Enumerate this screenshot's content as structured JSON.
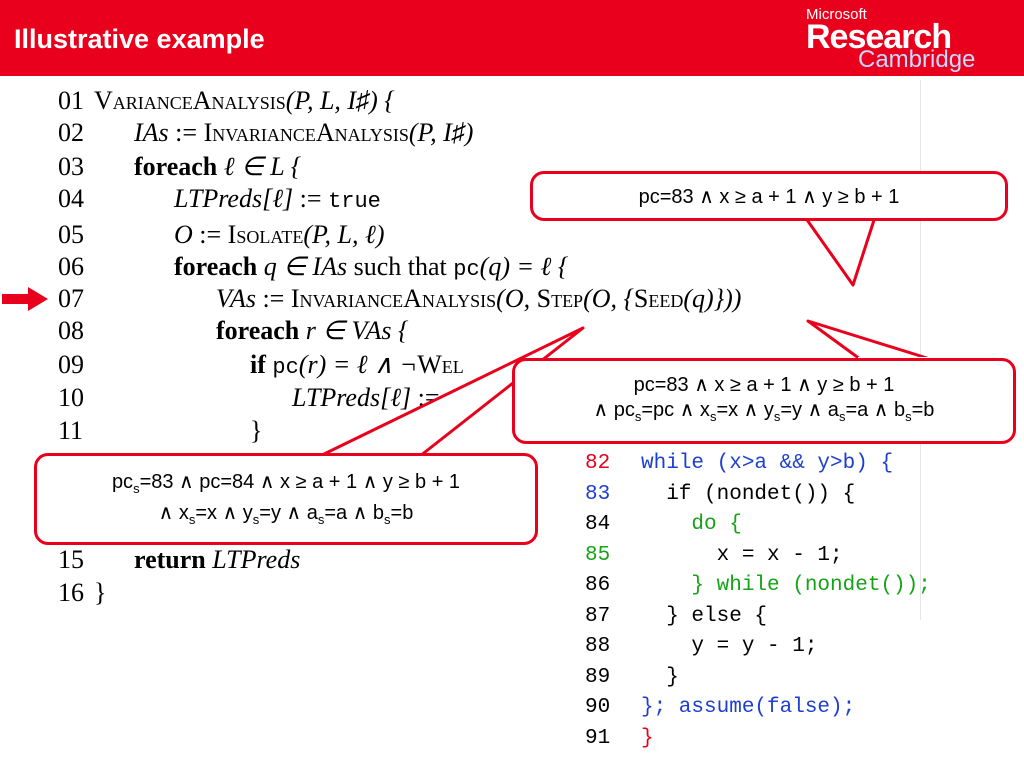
{
  "header": {
    "title": "Illustrative example",
    "logo": {
      "line1": "Microsoft",
      "line2": "Research",
      "line3": "Cambridge"
    }
  },
  "algorithm": [
    {
      "n": "01",
      "parts": [
        {
          "t": "VarianceAnalysis",
          "c": "sc"
        },
        {
          "t": "(P, L, I♯) {",
          "c": "it"
        }
      ]
    },
    {
      "n": "02",
      "parts": [
        {
          "t": "IAs",
          "c": "it"
        },
        {
          "t": " := ",
          "c": ""
        },
        {
          "t": "InvarianceAnalysis",
          "c": "sc"
        },
        {
          "t": "(P, I♯)",
          "c": "it"
        }
      ]
    },
    {
      "n": "03",
      "parts": [
        {
          "t": "foreach",
          "c": "kw"
        },
        {
          "t": " ℓ ∈ L {",
          "c": "it"
        }
      ]
    },
    {
      "n": "04",
      "parts": [
        {
          "t": "LTPreds[ℓ]",
          "c": "it"
        },
        {
          "t": " := ",
          "c": ""
        },
        {
          "t": "true",
          "c": "tt"
        }
      ]
    },
    {
      "n": "05",
      "parts": [
        {
          "t": "O",
          "c": "it"
        },
        {
          "t": " := ",
          "c": ""
        },
        {
          "t": "Isolate",
          "c": "sc"
        },
        {
          "t": "(P, L, ℓ)",
          "c": "it"
        }
      ]
    },
    {
      "n": "06",
      "parts": [
        {
          "t": "foreach",
          "c": "kw"
        },
        {
          "t": " q ∈ IAs ",
          "c": "it"
        },
        {
          "t": "such that ",
          "c": ""
        },
        {
          "t": "pc",
          "c": "tt"
        },
        {
          "t": "(q) = ℓ {",
          "c": "it"
        }
      ]
    },
    {
      "n": "07",
      "parts": [
        {
          "t": "VAs",
          "c": "it"
        },
        {
          "t": " := ",
          "c": ""
        },
        {
          "t": "InvarianceAnalysis",
          "c": "sc"
        },
        {
          "t": "(O, ",
          "c": "it"
        },
        {
          "t": "Step",
          "c": "sc"
        },
        {
          "t": "(O, {",
          "c": "it"
        },
        {
          "t": "Seed",
          "c": "sc"
        },
        {
          "t": "(q)}))",
          "c": "it"
        }
      ]
    },
    {
      "n": "08",
      "parts": [
        {
          "t": "foreach",
          "c": "kw"
        },
        {
          "t": " r ∈ VAs {",
          "c": "it"
        }
      ]
    },
    {
      "n": "09",
      "parts": [
        {
          "t": "if",
          "c": "kw"
        },
        {
          "t": " ",
          "c": ""
        },
        {
          "t": "pc",
          "c": "tt"
        },
        {
          "t": "(r) = ℓ ∧ ¬",
          "c": "it"
        },
        {
          "t": "Wel",
          "c": "sc"
        }
      ]
    },
    {
      "n": "10",
      "parts": [
        {
          "t": "LTPreds[ℓ]",
          "c": "it"
        },
        {
          "t": " :=",
          "c": ""
        }
      ]
    },
    {
      "n": "11",
      "parts": [
        {
          "t": "}",
          "c": ""
        }
      ]
    },
    {
      "n": "15",
      "parts": [
        {
          "t": "return",
          "c": "kw"
        },
        {
          "t": " ",
          "c": ""
        },
        {
          "t": "LTPreds",
          "c": "it"
        }
      ]
    },
    {
      "n": "16",
      "parts": [
        {
          "t": "}",
          "c": ""
        }
      ]
    }
  ],
  "code": [
    {
      "n": "82",
      "text": "while (x>a && y>b) {",
      "numColor": "#e8001c",
      "textColor": "#1d3fd0"
    },
    {
      "n": "83",
      "text": "  if (nondet()) {",
      "numColor": "#1d3fd0",
      "textColor": "#000000"
    },
    {
      "n": "84",
      "text": "    do {",
      "numColor": "#000000",
      "textColor": "#16a316"
    },
    {
      "n": "85",
      "text": "      x = x - 1;",
      "numColor": "#16a316",
      "textColor": "#000000"
    },
    {
      "n": "86",
      "text": "    } while (nondet());",
      "numColor": "#000000",
      "textColor": "#16a316"
    },
    {
      "n": "87",
      "text": "  } else {",
      "numColor": "#000000",
      "textColor": "#000000"
    },
    {
      "n": "88",
      "text": "    y = y - 1;",
      "numColor": "#000000",
      "textColor": "#000000"
    },
    {
      "n": "89",
      "text": "  }",
      "numColor": "#000000",
      "textColor": "#000000"
    },
    {
      "n": "90",
      "text": "}; assume(false);",
      "numColor": "#000000",
      "textColor": "#1d3fd0"
    },
    {
      "n": "91",
      "text": "}",
      "numColor": "#000000",
      "textColor": "#e8001c"
    }
  ],
  "callouts": {
    "top": {
      "lines": [
        "pc=83 ∧ x ≥ a + 1 ∧ y ≥ b + 1"
      ]
    },
    "right": {
      "line1": "pc=83 ∧ x ≥ a + 1 ∧ y ≥ b + 1",
      "line2": [
        "∧ pc",
        "s",
        "=pc ∧ x",
        "s",
        "=x ∧ y",
        "s",
        "=y ∧ a",
        "s",
        "=a ∧ b",
        "s",
        "=b"
      ]
    },
    "left": {
      "line1": [
        "pc",
        "s",
        "=83 ∧ pc=84 ∧ x ≥ a + 1 ∧ y ≥ b + 1"
      ],
      "line2": [
        "∧ x",
        "s",
        "=x ∧ y",
        "s",
        "=y ∧ a",
        "s",
        "=a ∧ b",
        "s",
        "=b"
      ]
    }
  },
  "colors": {
    "accent": "#e8001c",
    "keyword_blue": "#1d3fd0",
    "keyword_green": "#16a316"
  },
  "icons": {
    "pointer": "right-arrow-icon"
  }
}
